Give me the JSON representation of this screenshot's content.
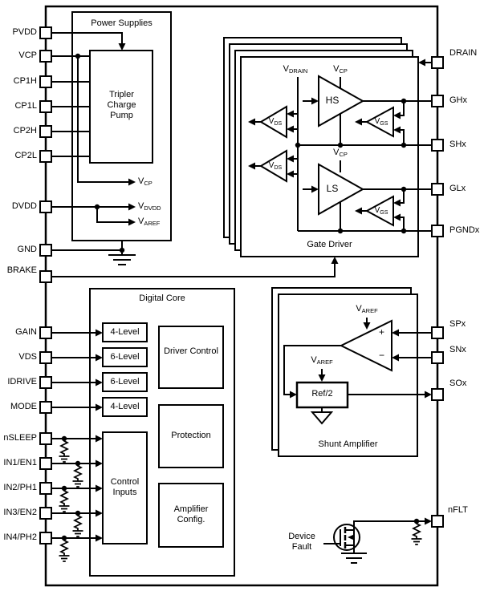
{
  "pins": {
    "left": [
      "PVDD",
      "VCP",
      "CP1H",
      "CP1L",
      "CP2H",
      "CP2L",
      "DVDD",
      "GND",
      "BRAKE",
      "GAIN",
      "VDS",
      "IDRIVE",
      "MODE",
      "nSLEEP",
      "IN1/EN1",
      "IN2/PH1",
      "IN3/EN2",
      "IN4/PH2"
    ],
    "right": [
      "DRAIN",
      "GHx",
      "SHx",
      "GLx",
      "PGNDx",
      "SPx",
      "SNx",
      "SOx",
      "nFLT"
    ]
  },
  "labels": {
    "v_cp": {
      "v": "V",
      "sub": "CP"
    },
    "v_dvdd": {
      "v": "V",
      "sub": "DVDD"
    },
    "v_aref": {
      "v": "V",
      "sub": "AREF"
    },
    "v_drain": {
      "v": "V",
      "sub": "DRAIN"
    },
    "v_ds": {
      "v": "V",
      "sub": "DS"
    },
    "v_gs": {
      "v": "V",
      "sub": "GS"
    }
  },
  "power_supplies": {
    "title": "Power Supplies",
    "charge_pump": "Tripler Charge Pump"
  },
  "gate_driver": {
    "title": "Gate Driver",
    "hs": "HS",
    "ls": "LS"
  },
  "digital_core": {
    "title": "Digital Core",
    "level_selectors": [
      "4-Level",
      "6-Level",
      "6-Level",
      "4-Level"
    ],
    "control_inputs": "Control Inputs",
    "driver_control": "Driver Control",
    "protection": "Protection",
    "amplifier_config": "Amplifier Config."
  },
  "shunt_amplifier": {
    "title": "Shunt Amplifier",
    "ref_divider": "Ref/2",
    "plus": "+",
    "minus": "−"
  },
  "fault_output": {
    "label": "Device Fault"
  },
  "colors": {
    "line": "#000000",
    "background": "#ffffff"
  }
}
